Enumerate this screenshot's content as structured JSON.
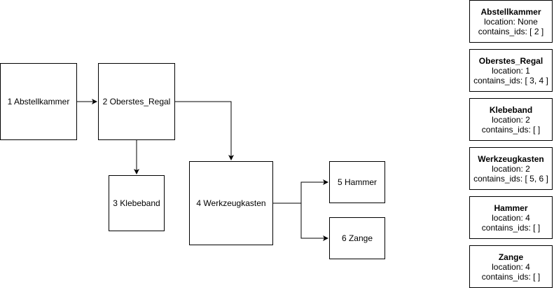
{
  "nodes": [
    {
      "id": "n1",
      "label": "1 Abstellkammer"
    },
    {
      "id": "n2",
      "label": "2 Oberstes_Regal"
    },
    {
      "id": "n3",
      "label": "3 Klebeband"
    },
    {
      "id": "n4",
      "label": "4 Werkzeugkasten"
    },
    {
      "id": "n5",
      "label": "5 Hammer"
    },
    {
      "id": "n6",
      "label": "6 Zange"
    }
  ],
  "edges": [
    {
      "from": "1 Abstellkammer",
      "to": "2 Oberstes_Regal"
    },
    {
      "from": "2 Oberstes_Regal",
      "to": "3 Klebeband"
    },
    {
      "from": "2 Oberstes_Regal",
      "to": "4 Werkzeugkasten"
    },
    {
      "from": "4 Werkzeugkasten",
      "to": "5 Hammer"
    },
    {
      "from": "4 Werkzeugkasten",
      "to": "6 Zange"
    }
  ],
  "cards": [
    {
      "title": "Abstellkammer",
      "location": "location: None",
      "contains": "contains_ids: [ 2 ]"
    },
    {
      "title": "Oberstes_Regal",
      "location": "location: 1",
      "contains": "contains_ids: [ 3, 4 ]"
    },
    {
      "title": "Klebeband",
      "location": "location: 2",
      "contains": "contains_ids: [  ]"
    },
    {
      "title": "Werkzeugkasten",
      "location": "location: 2",
      "contains": "contains_ids: [ 5, 6 ]"
    },
    {
      "title": "Hammer",
      "location": "location: 4",
      "contains": "contains_ids: [  ]"
    },
    {
      "title": "Zange",
      "location": "location: 4",
      "contains": "contains_ids: [  ]"
    }
  ],
  "colors": {
    "stroke": "#000000",
    "fill": "#ffffff"
  }
}
